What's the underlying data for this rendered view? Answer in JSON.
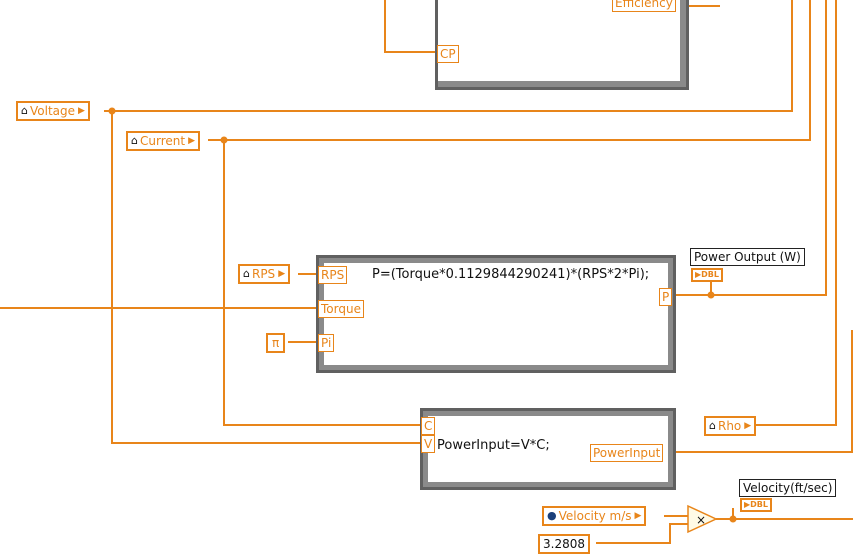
{
  "formula_node_1": {
    "expression": "P=(Torque*0.1129844290241)*(RPS*2*Pi);",
    "inputs": [
      "RPS",
      "Torque",
      "Pi"
    ],
    "output": "P"
  },
  "formula_node_2": {
    "expression": "PowerInput=V*C;",
    "inputs": [
      "C",
      "V"
    ],
    "output": "PowerInput"
  },
  "top_node": {
    "input": "CP",
    "output_partial": "Efficiency"
  },
  "locals": {
    "voltage": "Voltage",
    "current": "Current",
    "rps": "RPS",
    "rho": "Rho",
    "velocity": "Velocity m/s"
  },
  "constants": {
    "pi": "π",
    "conversion": "3.2808"
  },
  "indicators": {
    "power_output": {
      "label": "Power Output (W)",
      "type": "DBL"
    },
    "velocity": {
      "label": "Velocity(ft/sec)",
      "type": "DBL"
    }
  },
  "colors": {
    "wire": "#e8851a",
    "frame": "#606060"
  }
}
